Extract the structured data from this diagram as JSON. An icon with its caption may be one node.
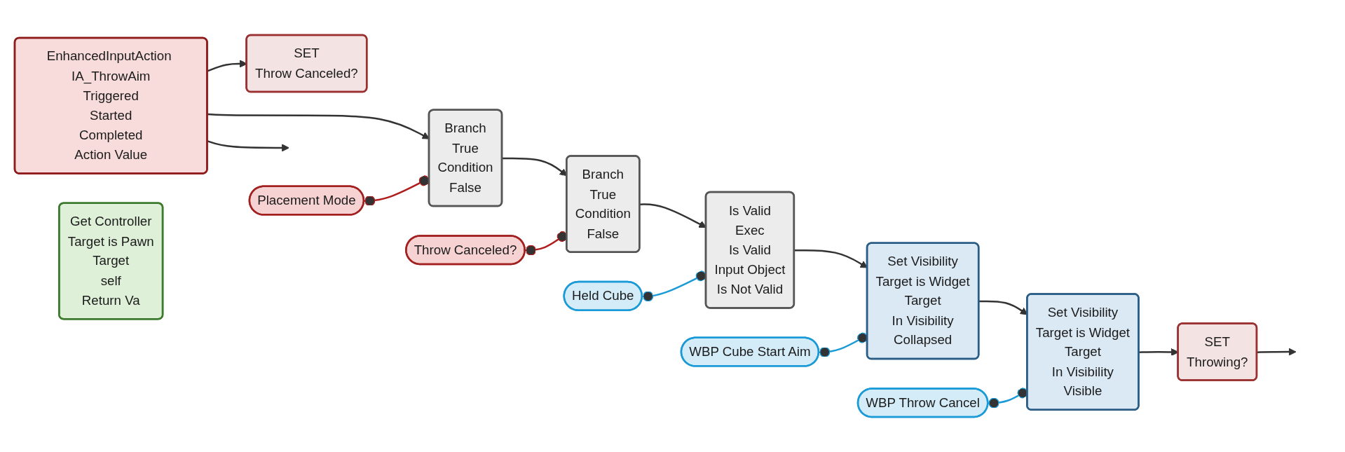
{
  "diagram": {
    "nodes": [
      {
        "text": [
          "EnhancedInputAction IA_ThrowAim",
          "Triggered",
          "Started",
          "Completed",
          "Action Value"
        ]
      },
      {
        "text": [
          "SET",
          "Throw Canceled?"
        ]
      },
      {
        "text": [
          "Branch",
          "True",
          "Condition",
          "False"
        ]
      },
      {
        "text": [
          "Placement Mode"
        ]
      },
      {
        "text": [
          "Branch",
          "True",
          "Condition",
          "False"
        ]
      },
      {
        "text": [
          "Throw Canceled?"
        ]
      },
      {
        "text": [
          "Is Valid",
          "Exec",
          "Is Valid",
          "Input Object",
          "Is Not Valid"
        ]
      },
      {
        "text": [
          "WBP Cube Start Aim"
        ]
      },
      {
        "text": [
          "Held Cube"
        ]
      },
      {
        "text": [
          "Set Visibility",
          "Target is Widget",
          "Target",
          "In Visibility",
          "Collapsed"
        ]
      },
      {
        "text": [
          "WBP Throw Cancel"
        ]
      },
      {
        "text": [
          "Set Visibility",
          "Target is Widget",
          "Target",
          "In Visibility",
          "Visible"
        ]
      },
      {
        "text": [
          "SET",
          "Throwing?"
        ]
      },
      {
        "text": [
          "Get Controller",
          "Target is Pawn",
          "Target",
          "self",
          "Return Va"
        ]
      }
    ],
    "edges": [
      {
        "from": 0,
        "to": 2,
        "arrow": "to"
      },
      {
        "from": 0,
        "to": 1,
        "arrow": "to"
      },
      {
        "from": 0,
        "to": null,
        "arrow": "to"
      },
      {
        "from": 3,
        "to": 2,
        "arrow": "other",
        "color": "#b01c1c"
      },
      {
        "from": 2,
        "to": 4,
        "arrow": "to"
      },
      {
        "from": 5,
        "to": 4,
        "arrow": "other",
        "color": "#b01c1c"
      },
      {
        "from": 4,
        "to": 6,
        "arrow": "to"
      },
      {
        "from": 8,
        "to": 6,
        "arrow": "other",
        "color": "#1a9ad6"
      },
      {
        "from": 6,
        "to": 9,
        "arrow": "to"
      },
      {
        "from": 7,
        "to": 9,
        "arrow": "other",
        "color": "#1a9ad6"
      },
      {
        "from": 9,
        "to": 11,
        "arrow": "to"
      },
      {
        "from": 10,
        "to": 11,
        "arrow": "other",
        "color": "#1a9ad6"
      },
      {
        "from": 11,
        "to": 12,
        "arrow": "to"
      },
      {
        "from": 12,
        "to": null,
        "arrow": "to"
      }
    ]
  }
}
